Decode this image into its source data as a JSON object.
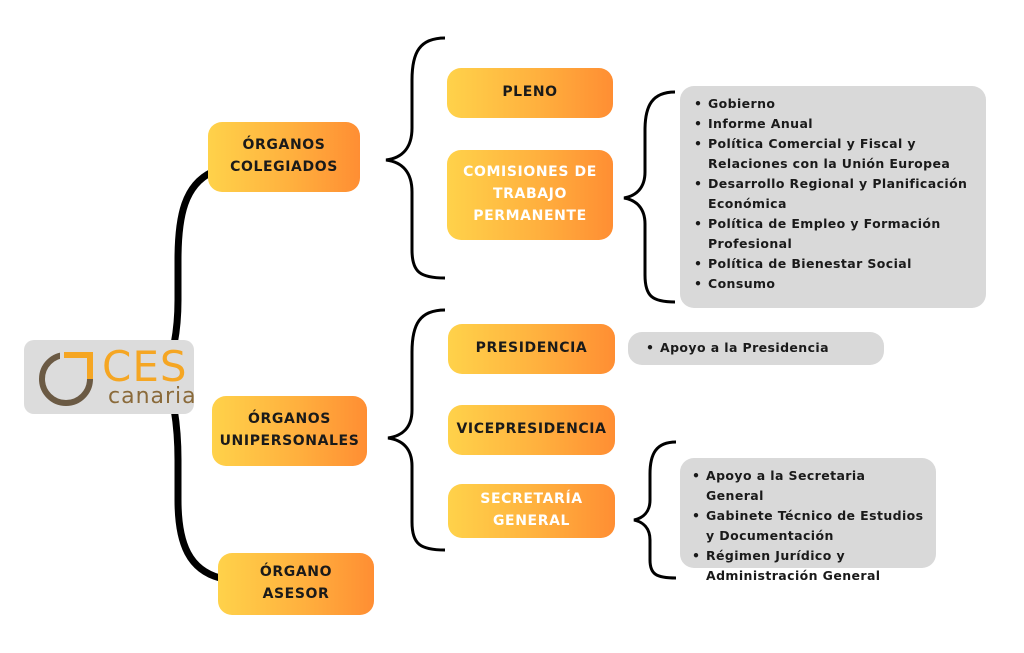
{
  "logo": {
    "brand": "CES",
    "sub": "canaria"
  },
  "organos_colegiados": {
    "label": "ÓRGANOS\nCOLEGIADOS",
    "pleno": "PLENO",
    "comisiones": "COMISIONES DE\nTRABAJO\nPERMANENTE",
    "comisiones_items": [
      "Gobierno",
      "Informe Anual",
      "Política Comercial y Fiscal y Relaciones con la Unión Europea",
      "Desarrollo Regional y Planificación Económica",
      "Política de Empleo y Formación Profesional",
      "Política de Bienestar Social",
      "Consumo"
    ]
  },
  "organos_unipersonales": {
    "label": "ÓRGANOS\nUNIPERSONALES",
    "presidencia": "PRESIDENCIA",
    "presidencia_items": [
      "Apoyo a la Presidencia"
    ],
    "vicepresidencia": "VICEPRESIDENCIA",
    "secretaria": "SECRETARÍA\nGENERAL",
    "secretaria_items": [
      "Apoyo a la Secretaria General",
      "Gabinete Técnico de Estudios y Documentación",
      "Régimen Jurídico y Administración General"
    ]
  },
  "organo_asesor": {
    "label": "ÓRGANO\nASESOR"
  },
  "colors": {
    "node_start": "#ffd24a",
    "node_end": "#ff8e33",
    "panel": "#d9d9d9",
    "line": "#000000"
  }
}
